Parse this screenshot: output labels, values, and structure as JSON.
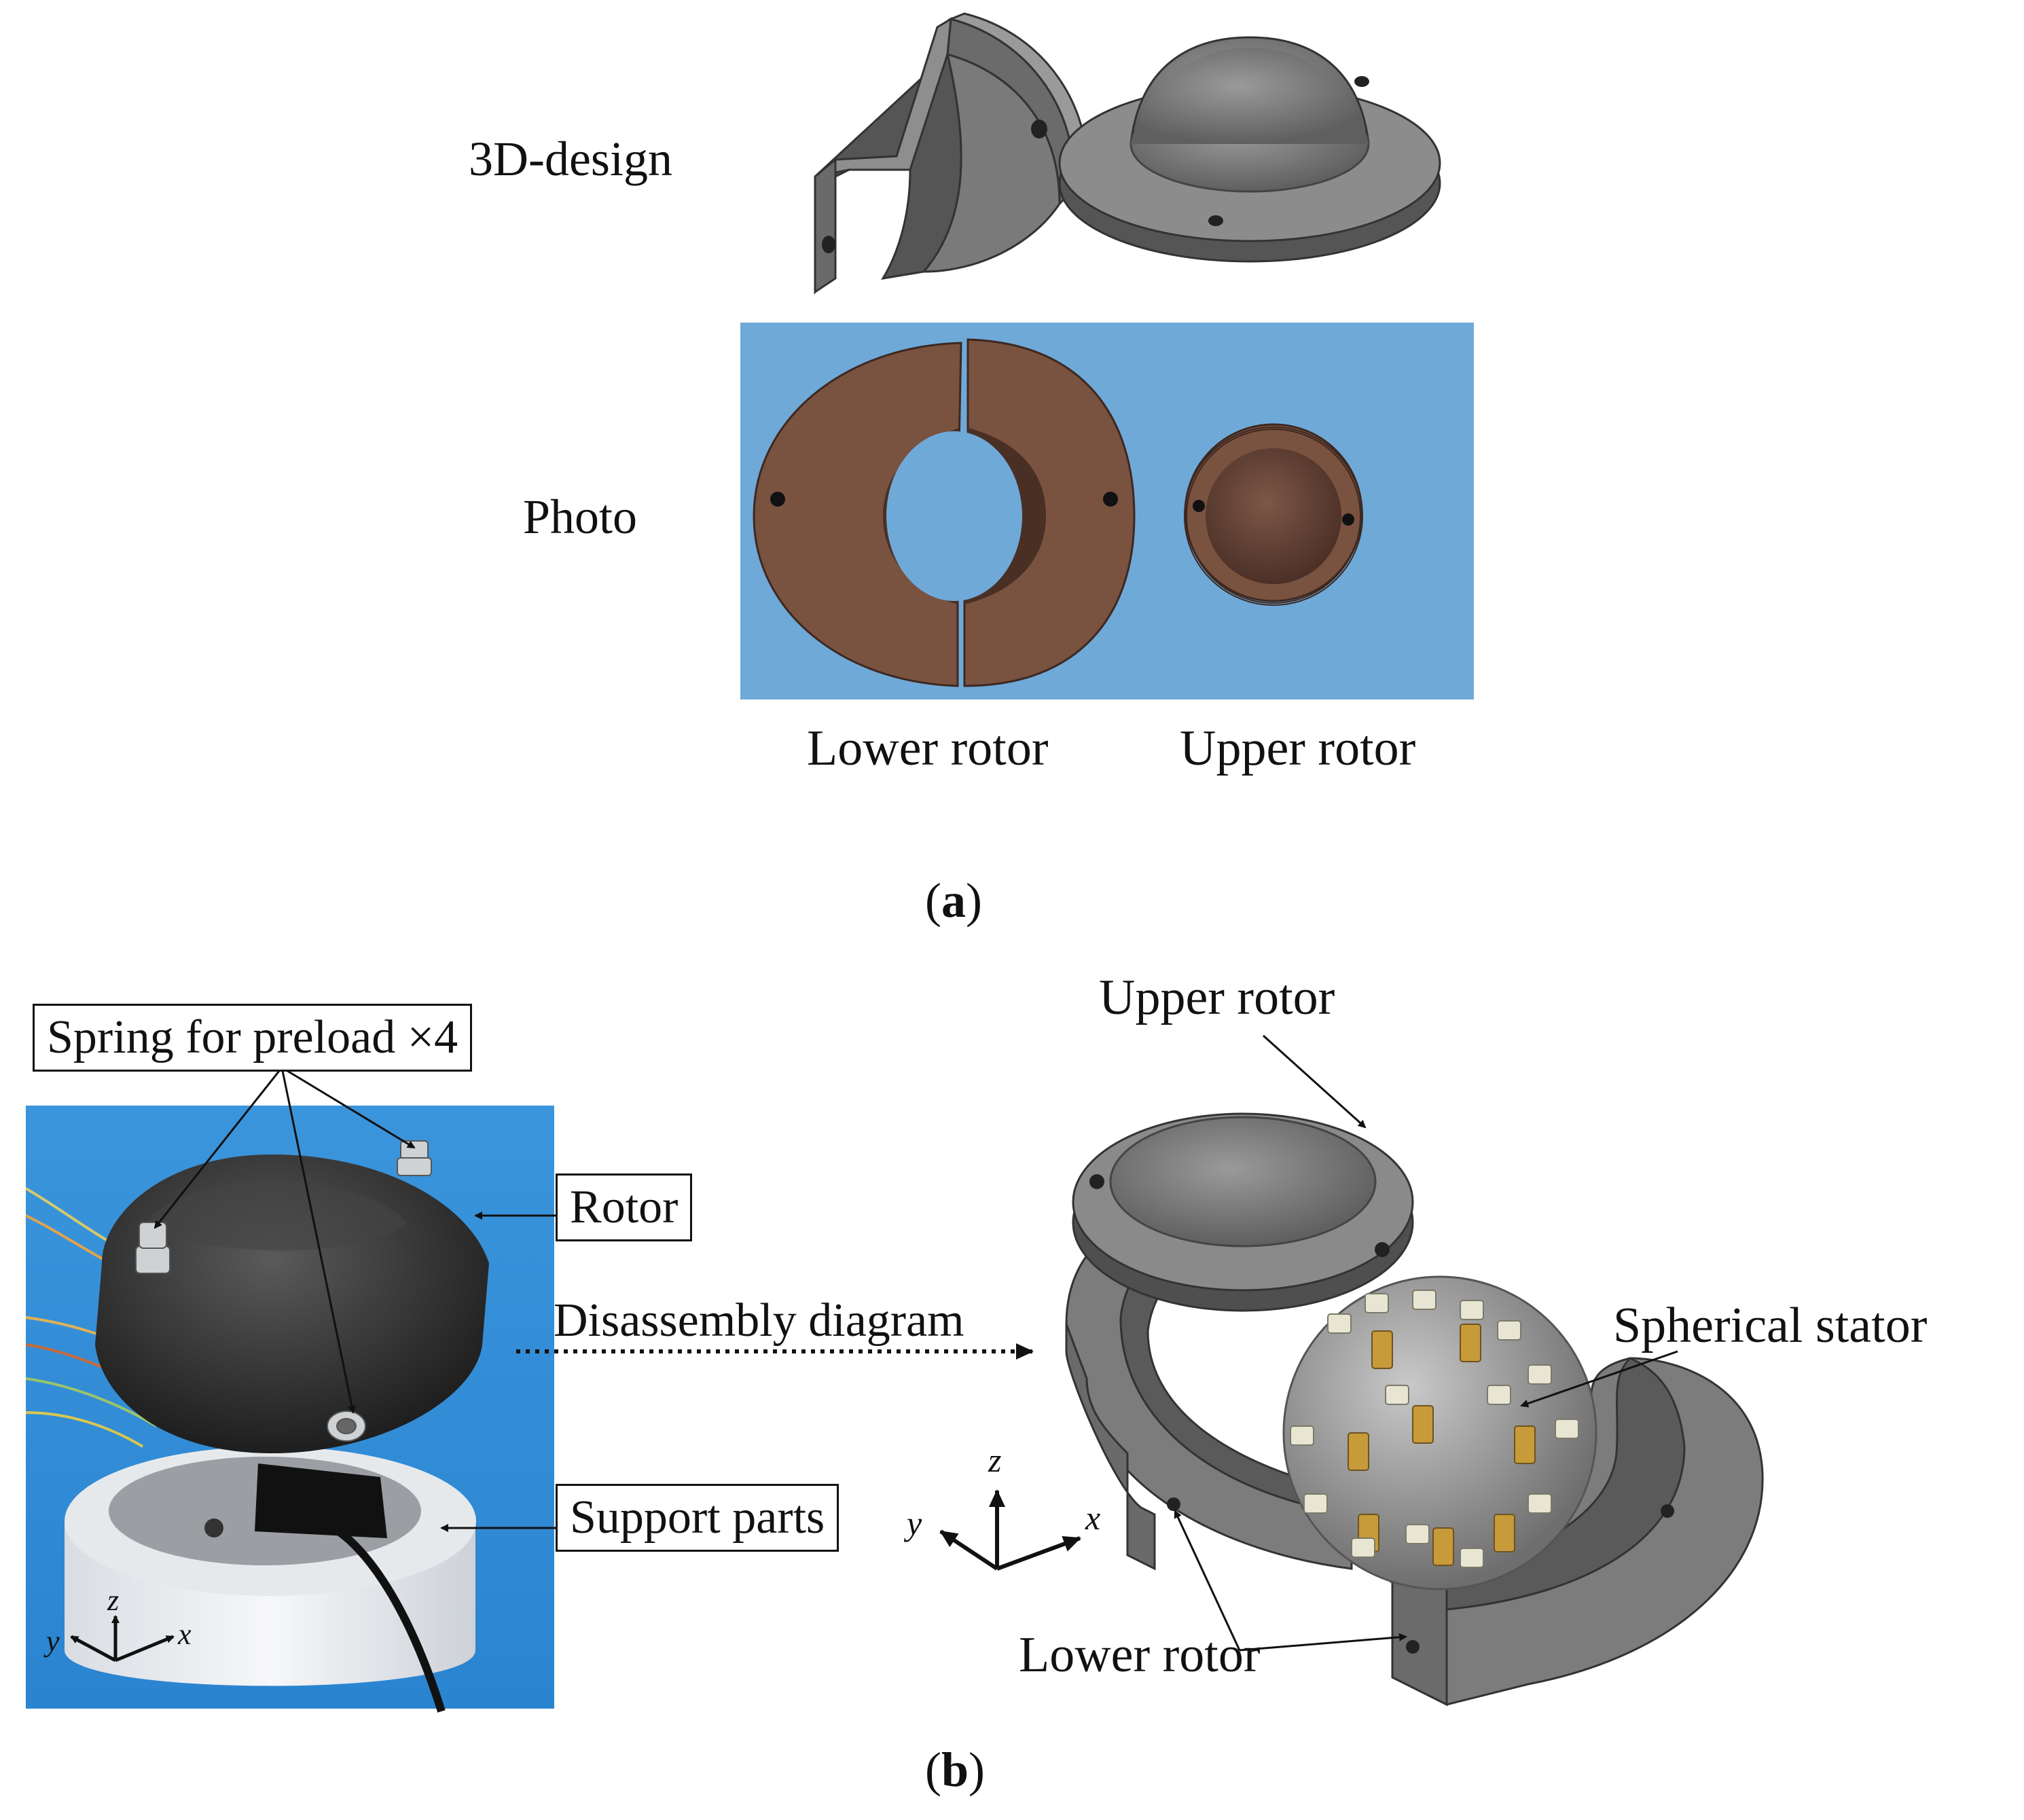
{
  "panel_a": {
    "row_3d_label": "3D-design",
    "row_photo_label": "Photo",
    "lower_rotor_caption": "Lower rotor",
    "upper_rotor_caption": "Upper rotor",
    "letter": "a"
  },
  "panel_b": {
    "letter": "b",
    "spring_label": "Spring for preload ×4",
    "rotor_label": "Rotor",
    "support_label": "Support parts",
    "disassembly_label": "Disassembly diagram",
    "upper_rotor_label": "Upper rotor",
    "spherical_stator_label": "Spherical stator",
    "lower_rotor_label": "Lower rotor",
    "axes": {
      "x": "x",
      "y": "y",
      "z": "z"
    }
  },
  "colors": {
    "photo_background": "#6fa9d8",
    "rotor_brown": "#7a5240",
    "cad_grey": "#8a8a8a",
    "stator_actuator": "#c79a3a"
  }
}
